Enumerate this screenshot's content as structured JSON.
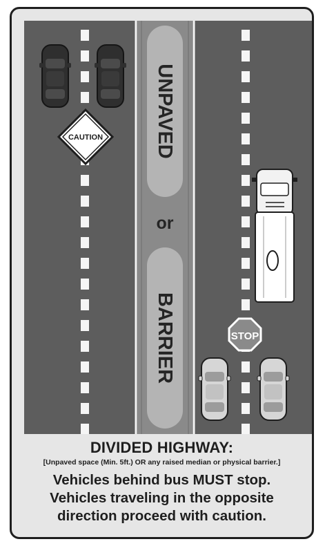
{
  "scene": {
    "median_word_top": "UNPAVED",
    "median_word_mid": "or",
    "median_word_bottom": "BARRIER",
    "caution_sign": "CAUTION",
    "stop_sign": "STOP"
  },
  "caption": {
    "title": "DIVIDED HIGHWAY:",
    "note": "[Unpaved space (Min. 5ft.) OR any raised median or physical barrier.]",
    "line1_a": "Vehicles behind bus ",
    "line1_b": "MUST",
    "line1_c": " stop.",
    "line2": "Vehicles traveling in the opposite",
    "line3": "direction proceed with caution."
  }
}
